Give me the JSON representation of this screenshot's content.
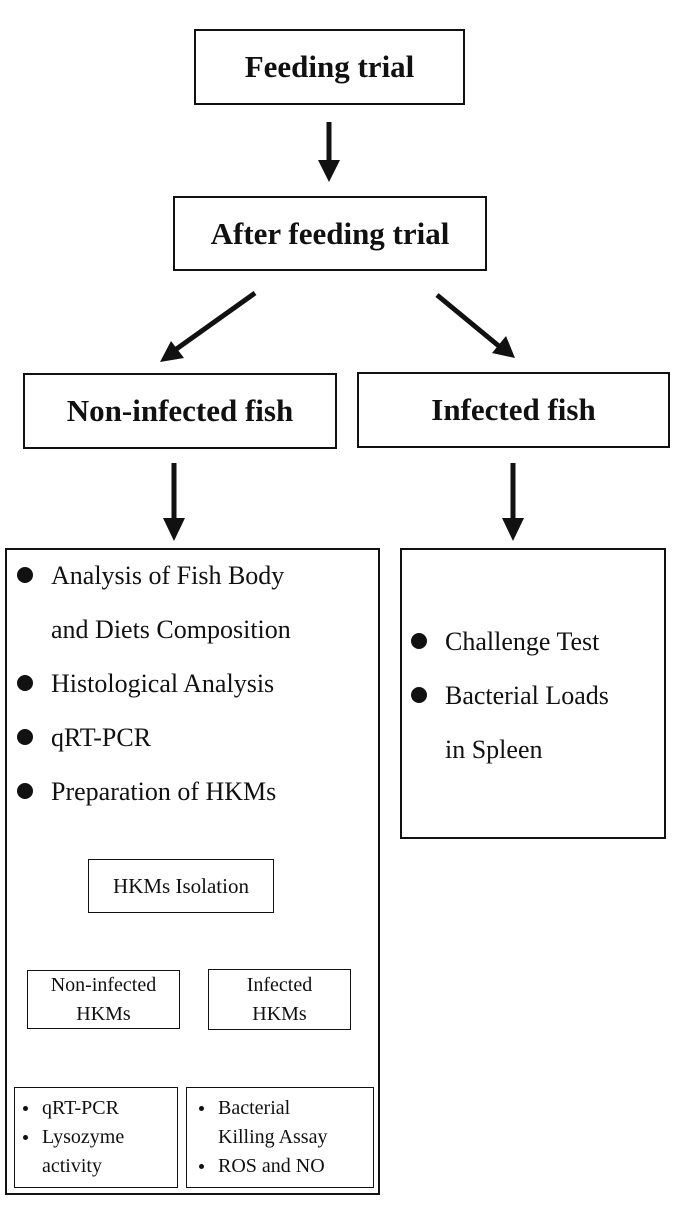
{
  "feeding_trial": "Feeding trial",
  "after_feeding_trial": "After feeding trial",
  "non_infected_fish": "Non-infected fish",
  "infected_fish": "Infected fish",
  "non_infected_analyses": [
    "Analysis of Fish Body",
    "and Diets Composition",
    "Histological Analysis",
    "qRT-PCR",
    "Preparation of HKMs"
  ],
  "infected_analyses": [
    "Challenge Test",
    "Bacterial Loads",
    "in Spleen"
  ],
  "hkms_isolation": "HKMs Isolation",
  "non_infected_hkms": [
    "Non-infected",
    "HKMs"
  ],
  "infected_hkms": [
    "Infected",
    "HKMs"
  ],
  "non_infected_hkms_assays": [
    "qRT-PCR",
    "Lysozyme",
    "activity"
  ],
  "infected_hkms_assays": [
    "Bacterial",
    "Killing Assay",
    "ROS and NO"
  ]
}
